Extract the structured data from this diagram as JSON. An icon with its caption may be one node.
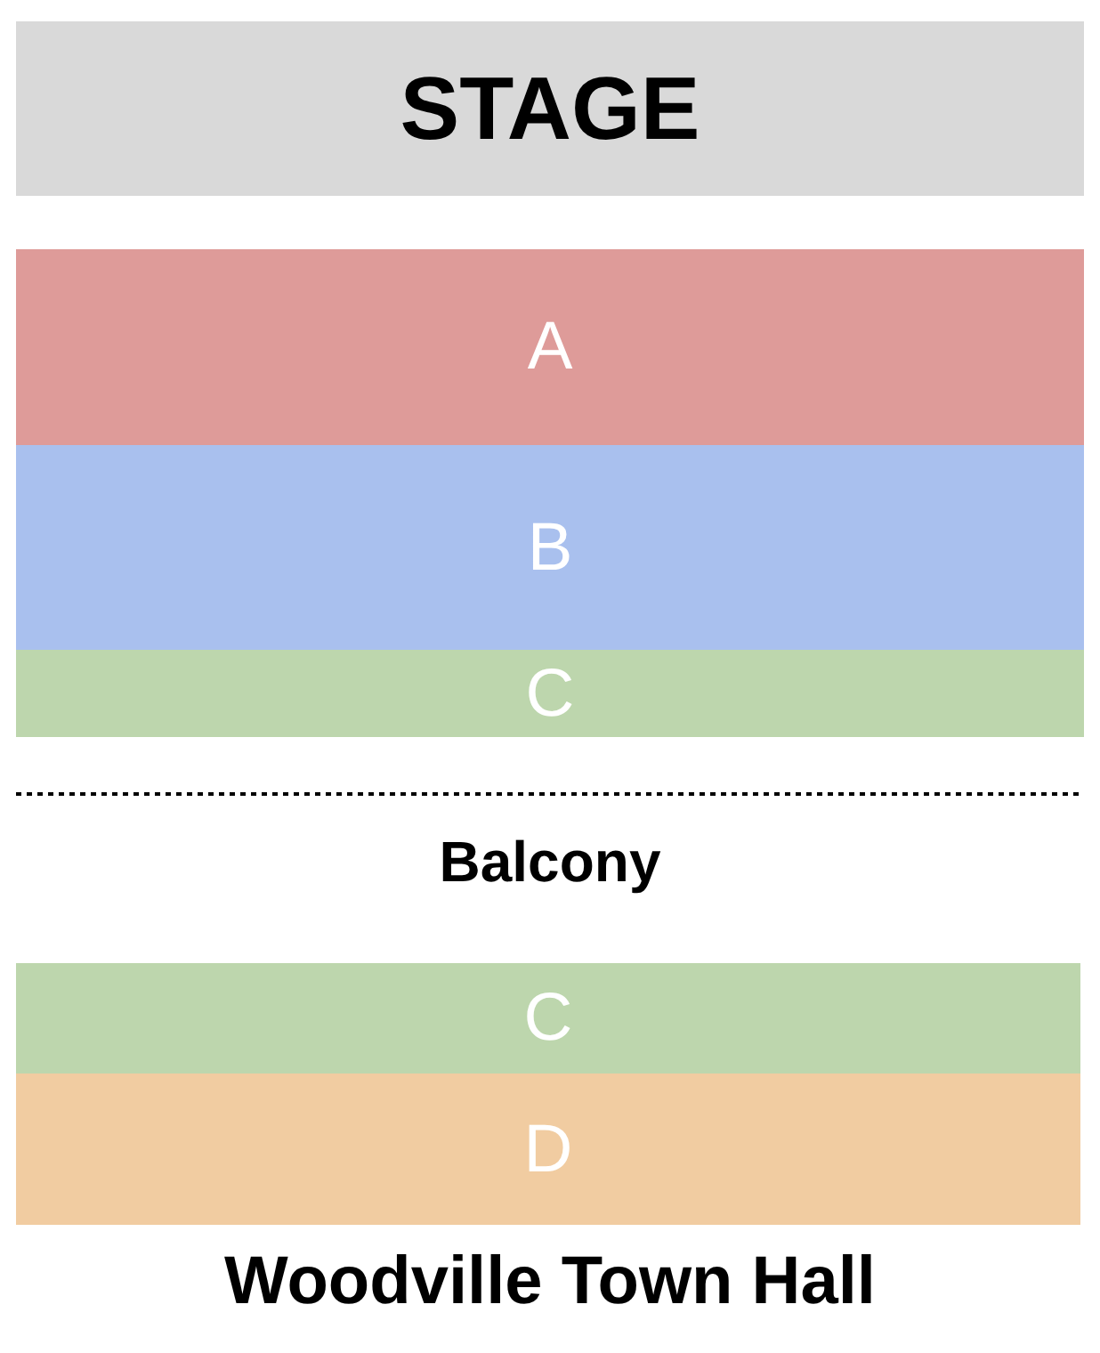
{
  "diagram": {
    "caption": "Woodville Town Hall",
    "nodes": [
      {
        "text": [
          "STAGE"
        ]
      },
      {
        "text": [
          "A"
        ]
      },
      {
        "text": [
          "B"
        ]
      },
      {
        "text": [
          "C"
        ]
      },
      {
        "text": [
          "C"
        ]
      },
      {
        "text": [
          "D"
        ]
      }
    ],
    "labels": [
      "Balcony"
    ]
  }
}
